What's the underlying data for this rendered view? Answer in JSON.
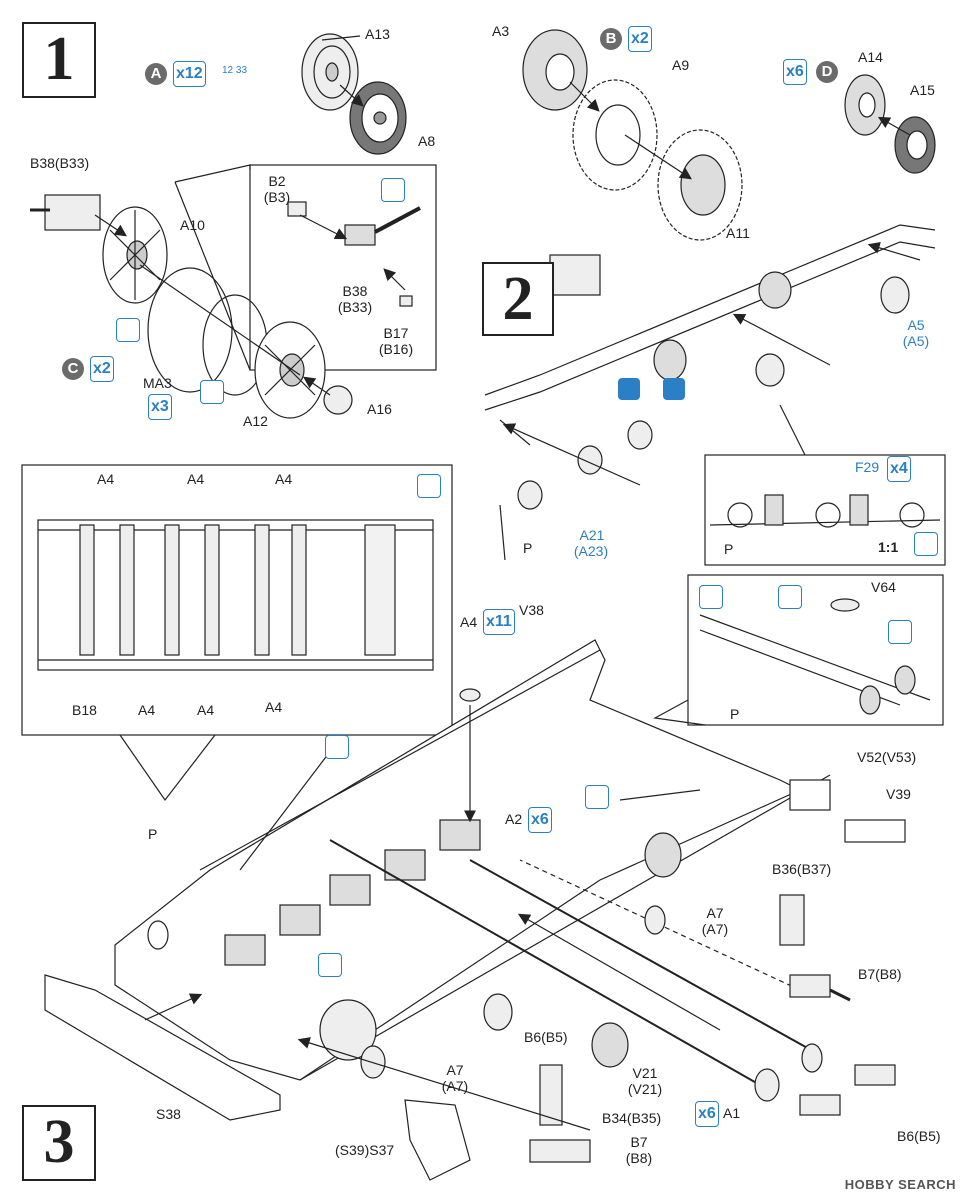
{
  "steps": {
    "s1": "1",
    "s2": "2",
    "s3": "3"
  },
  "markers": {
    "A": {
      "letter": "A",
      "qty": "x12"
    },
    "B": {
      "letter": "B",
      "qty": "x2"
    },
    "C": {
      "letter": "C",
      "qty": "x2"
    },
    "D": {
      "letter": "D",
      "qty": "x6"
    }
  },
  "small_ref": "12 33",
  "labels": {
    "A13": "A13",
    "A8": "A8",
    "A3": "A3",
    "A9": "A9",
    "A11": "A11",
    "A14": "A14",
    "A15": "A15",
    "B38_B33": "B38(B33)",
    "A10": "A10",
    "B2": "B2",
    "B3": "(B3)",
    "B38": "B38",
    "B33": "(B33)",
    "B17": "B17",
    "B16": "(B16)",
    "MA3": "MA3",
    "MA3_qty": "x3",
    "A12": "A12",
    "A16": "A16",
    "A5": "A5",
    "A5p": "(A5)",
    "F29": "F29",
    "F29_qty": "x4",
    "A21": "A21",
    "A23": "(A23)",
    "P_step2": "P",
    "P_detail2": "P",
    "scale": "1:1",
    "A4_top1": "A4",
    "A4_top2": "A4",
    "A4_top3": "A4",
    "B18": "B18",
    "A4_bot1": "A4",
    "A4_bot2": "A4",
    "A4_bot3": "A4",
    "A4_main": "A4",
    "A4_main_qty": "x11",
    "V38": "V38",
    "V64": "V64",
    "P_detail3": "P",
    "V52": "V52(V53)",
    "V39": "V39",
    "A2": "A2",
    "A2_qty": "x6",
    "P_main": "P",
    "B36": "B36(B37)",
    "A7a": "A7",
    "A7a_p": "(A7)",
    "B7_B8": "B7(B8)",
    "B6_B5_mid": "B6(B5)",
    "V21": "V21",
    "V21p": "(V21)",
    "A7b": "A7",
    "A7b_p": "(A7)",
    "S38": "S38",
    "B34": "B34(B35)",
    "A1": "A1",
    "A1_qty": "x6",
    "B6_B5_right": "B6(B5)",
    "B7": "B7",
    "B8": "(B8)",
    "S39_S37": "(S39)S37"
  },
  "watermark": "HOBBY SEARCH",
  "colors": {
    "accent": "#2b7fc4",
    "ink": "#222222",
    "grey": "#6b6b6b"
  }
}
